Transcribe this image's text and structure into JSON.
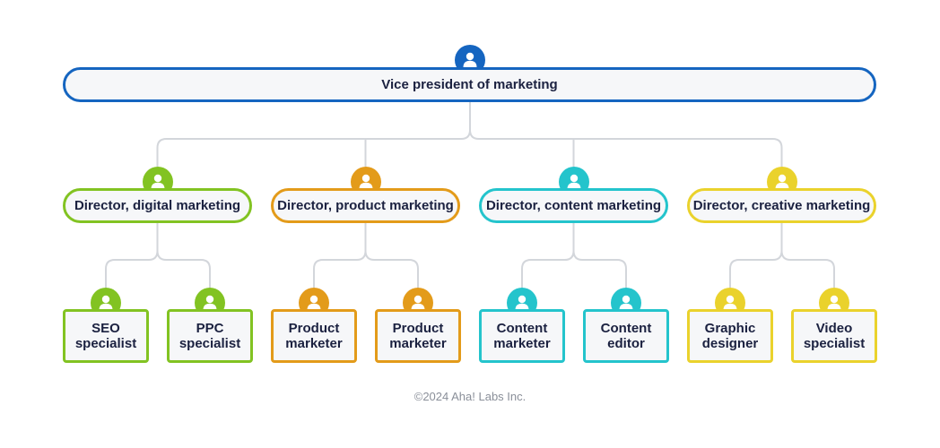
{
  "colors": {
    "root": "#1565c0",
    "digital": "#82c322",
    "product": "#e39b1a",
    "content": "#24c4cc",
    "creative": "#ead22c",
    "connector": "#d3d6db",
    "node_fill": "#f6f7f9",
    "text": "#1b2140"
  },
  "root": {
    "label": "Vice president of marketing",
    "icon": "person-icon",
    "color_key": "root"
  },
  "directors": [
    {
      "label": "Director, digital marketing",
      "color_key": "digital",
      "reports": [
        "SEO\nspecialist",
        "PPC\nspecialist"
      ]
    },
    {
      "label": "Director, product marketing",
      "color_key": "product",
      "reports": [
        "Product\nmarketer",
        "Product\nmarketer"
      ]
    },
    {
      "label": "Director, content marketing",
      "color_key": "content",
      "reports": [
        "Content\nmarketer",
        "Content\neditor"
      ]
    },
    {
      "label": "Director, creative marketing",
      "color_key": "creative",
      "reports": [
        "Graphic\ndesigner",
        "Video\nspecialist"
      ]
    }
  ],
  "footer": {
    "copyright": "©2024 Aha! Labs Inc."
  }
}
